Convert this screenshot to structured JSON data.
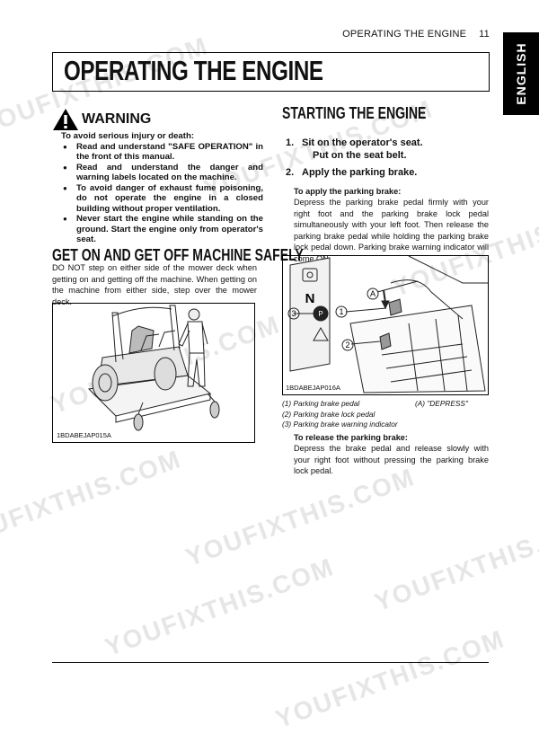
{
  "header": {
    "section": "OPERATING THE ENGINE",
    "page": "11"
  },
  "tab_label": "ENGLISH",
  "page_title": "OPERATING THE ENGINE",
  "warning": {
    "title": "WARNING",
    "intro": "To avoid serious injury or death:",
    "items": [
      "Read and understand \"SAFE OPERATION\" in the front of this manual.",
      "Read and understand the danger and warning labels located on the machine.",
      "To avoid danger of exhaust fume poisoning, do not operate the engine in a closed building without proper ventilation.",
      "Never start the engine while standing on the ground. Start the engine only from operator's seat."
    ]
  },
  "get_on": {
    "heading": "GET ON AND GET OFF MACHINE SAFELY",
    "text": "DO NOT step on either side of the mower deck when getting on and getting off the machine. When getting on the machine from either side, step over the mower deck.",
    "figure_code": "1BDABEJAP015A"
  },
  "starting": {
    "heading": "STARTING THE ENGINE",
    "step1_num": "1.",
    "step1_line1": "Sit on the operator's seat.",
    "step1_line2": "Put on the seat belt.",
    "step2_num": "2.",
    "step2": "Apply the parking brake.",
    "apply_heading": "To apply the parking brake:",
    "apply_text": "Depress the parking brake pedal firmly with your right foot and the parking brake lock pedal simultaneously with your left foot. Then release the parking brake pedal while holding the parking brake lock pedal down. Parking brake warning indicator will come ON.",
    "figure_code": "1BDABEJAP016A",
    "figure_labels": {
      "a": "A",
      "one": "1",
      "two": "2",
      "three": "3",
      "n": "N",
      "p": "P"
    },
    "legend": [
      "(1) Parking brake pedal",
      "(2) Parking brake lock pedal",
      "(3) Parking brake warning indicator"
    ],
    "legend_a": "(A) \"DEPRESS\"",
    "release_heading": "To release the parking brake:",
    "release_text": "Depress the brake pedal and release slowly with your right foot without pressing the parking brake lock pedal."
  },
  "watermark": "YOUFIXTHIS.COM"
}
